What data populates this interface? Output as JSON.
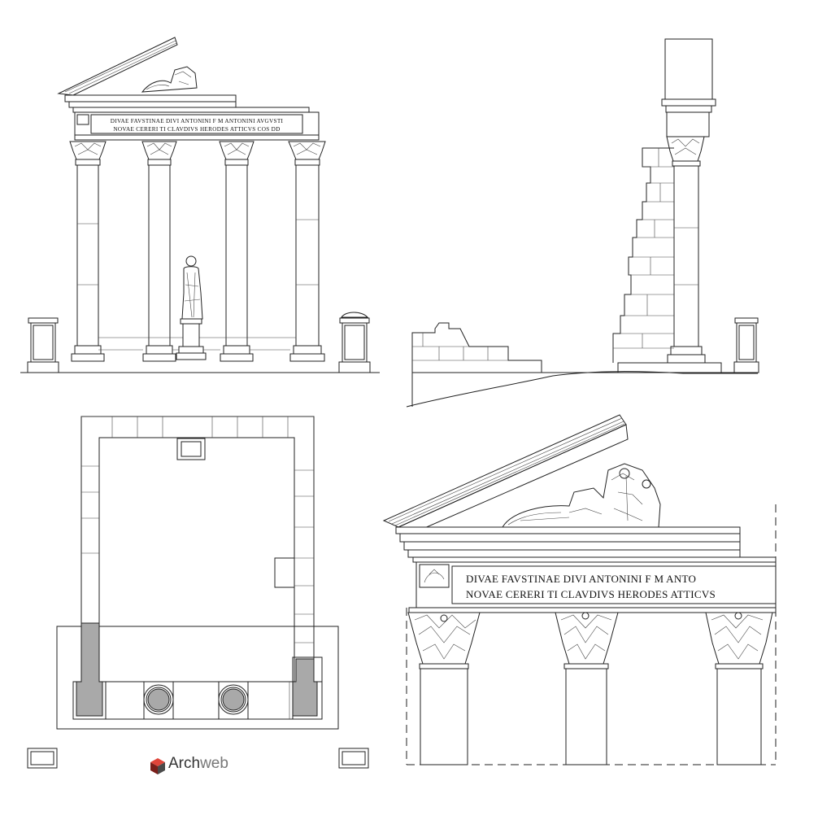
{
  "inscription": {
    "full_line1": "DIVAE FAVSTINAE DIVI ANTONINI F M ANTONINI AVGVSTI",
    "full_line2": "NOVAE CERERI TI CLAVDIVS HERODES ATTICVS COS DD",
    "detail_line1": "DIVAE FAVSTINAE DIVI ANTONINI F M ANTO",
    "detail_line2": "NOVAE CERERI TI CLAVDIVS HERODES ATTICVS"
  },
  "logo": {
    "brand_part1": "Arch",
    "brand_part2": "web",
    "colors": {
      "cube_top": "#e0453a",
      "cube_left": "#7a1f1a",
      "cube_right": "#4a4a4a"
    }
  },
  "colors": {
    "line": "#222222",
    "fill_grey": "#a9a9a9",
    "background": "#ffffff"
  }
}
